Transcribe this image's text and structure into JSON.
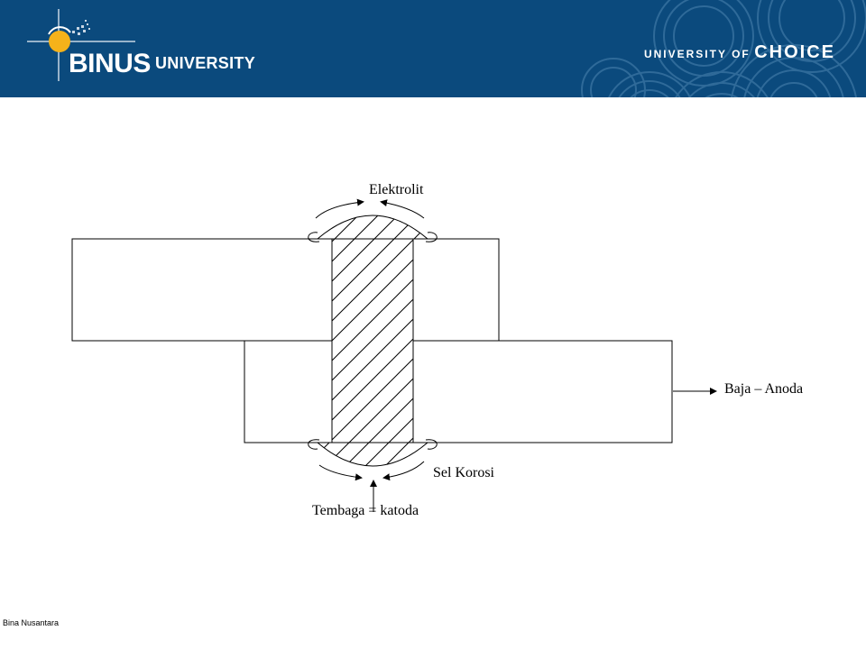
{
  "header": {
    "brand_main": "BINUS",
    "brand_sub": "UNIVERSITY",
    "tagline_prefix": "UNIVERSITY OF",
    "tagline_emph": "CHOICE",
    "bg_color": "#0b4a7d",
    "logo_accent": "#f5b21a"
  },
  "diagram": {
    "labels": {
      "electrolyte": "Elektrolit",
      "steel_anode": "Baja – Anoda",
      "corrosion_cell": "Sel Korosi",
      "copper_cathode": "Tembaga = katoda"
    }
  },
  "footer": {
    "text": "Bina Nusantara"
  }
}
